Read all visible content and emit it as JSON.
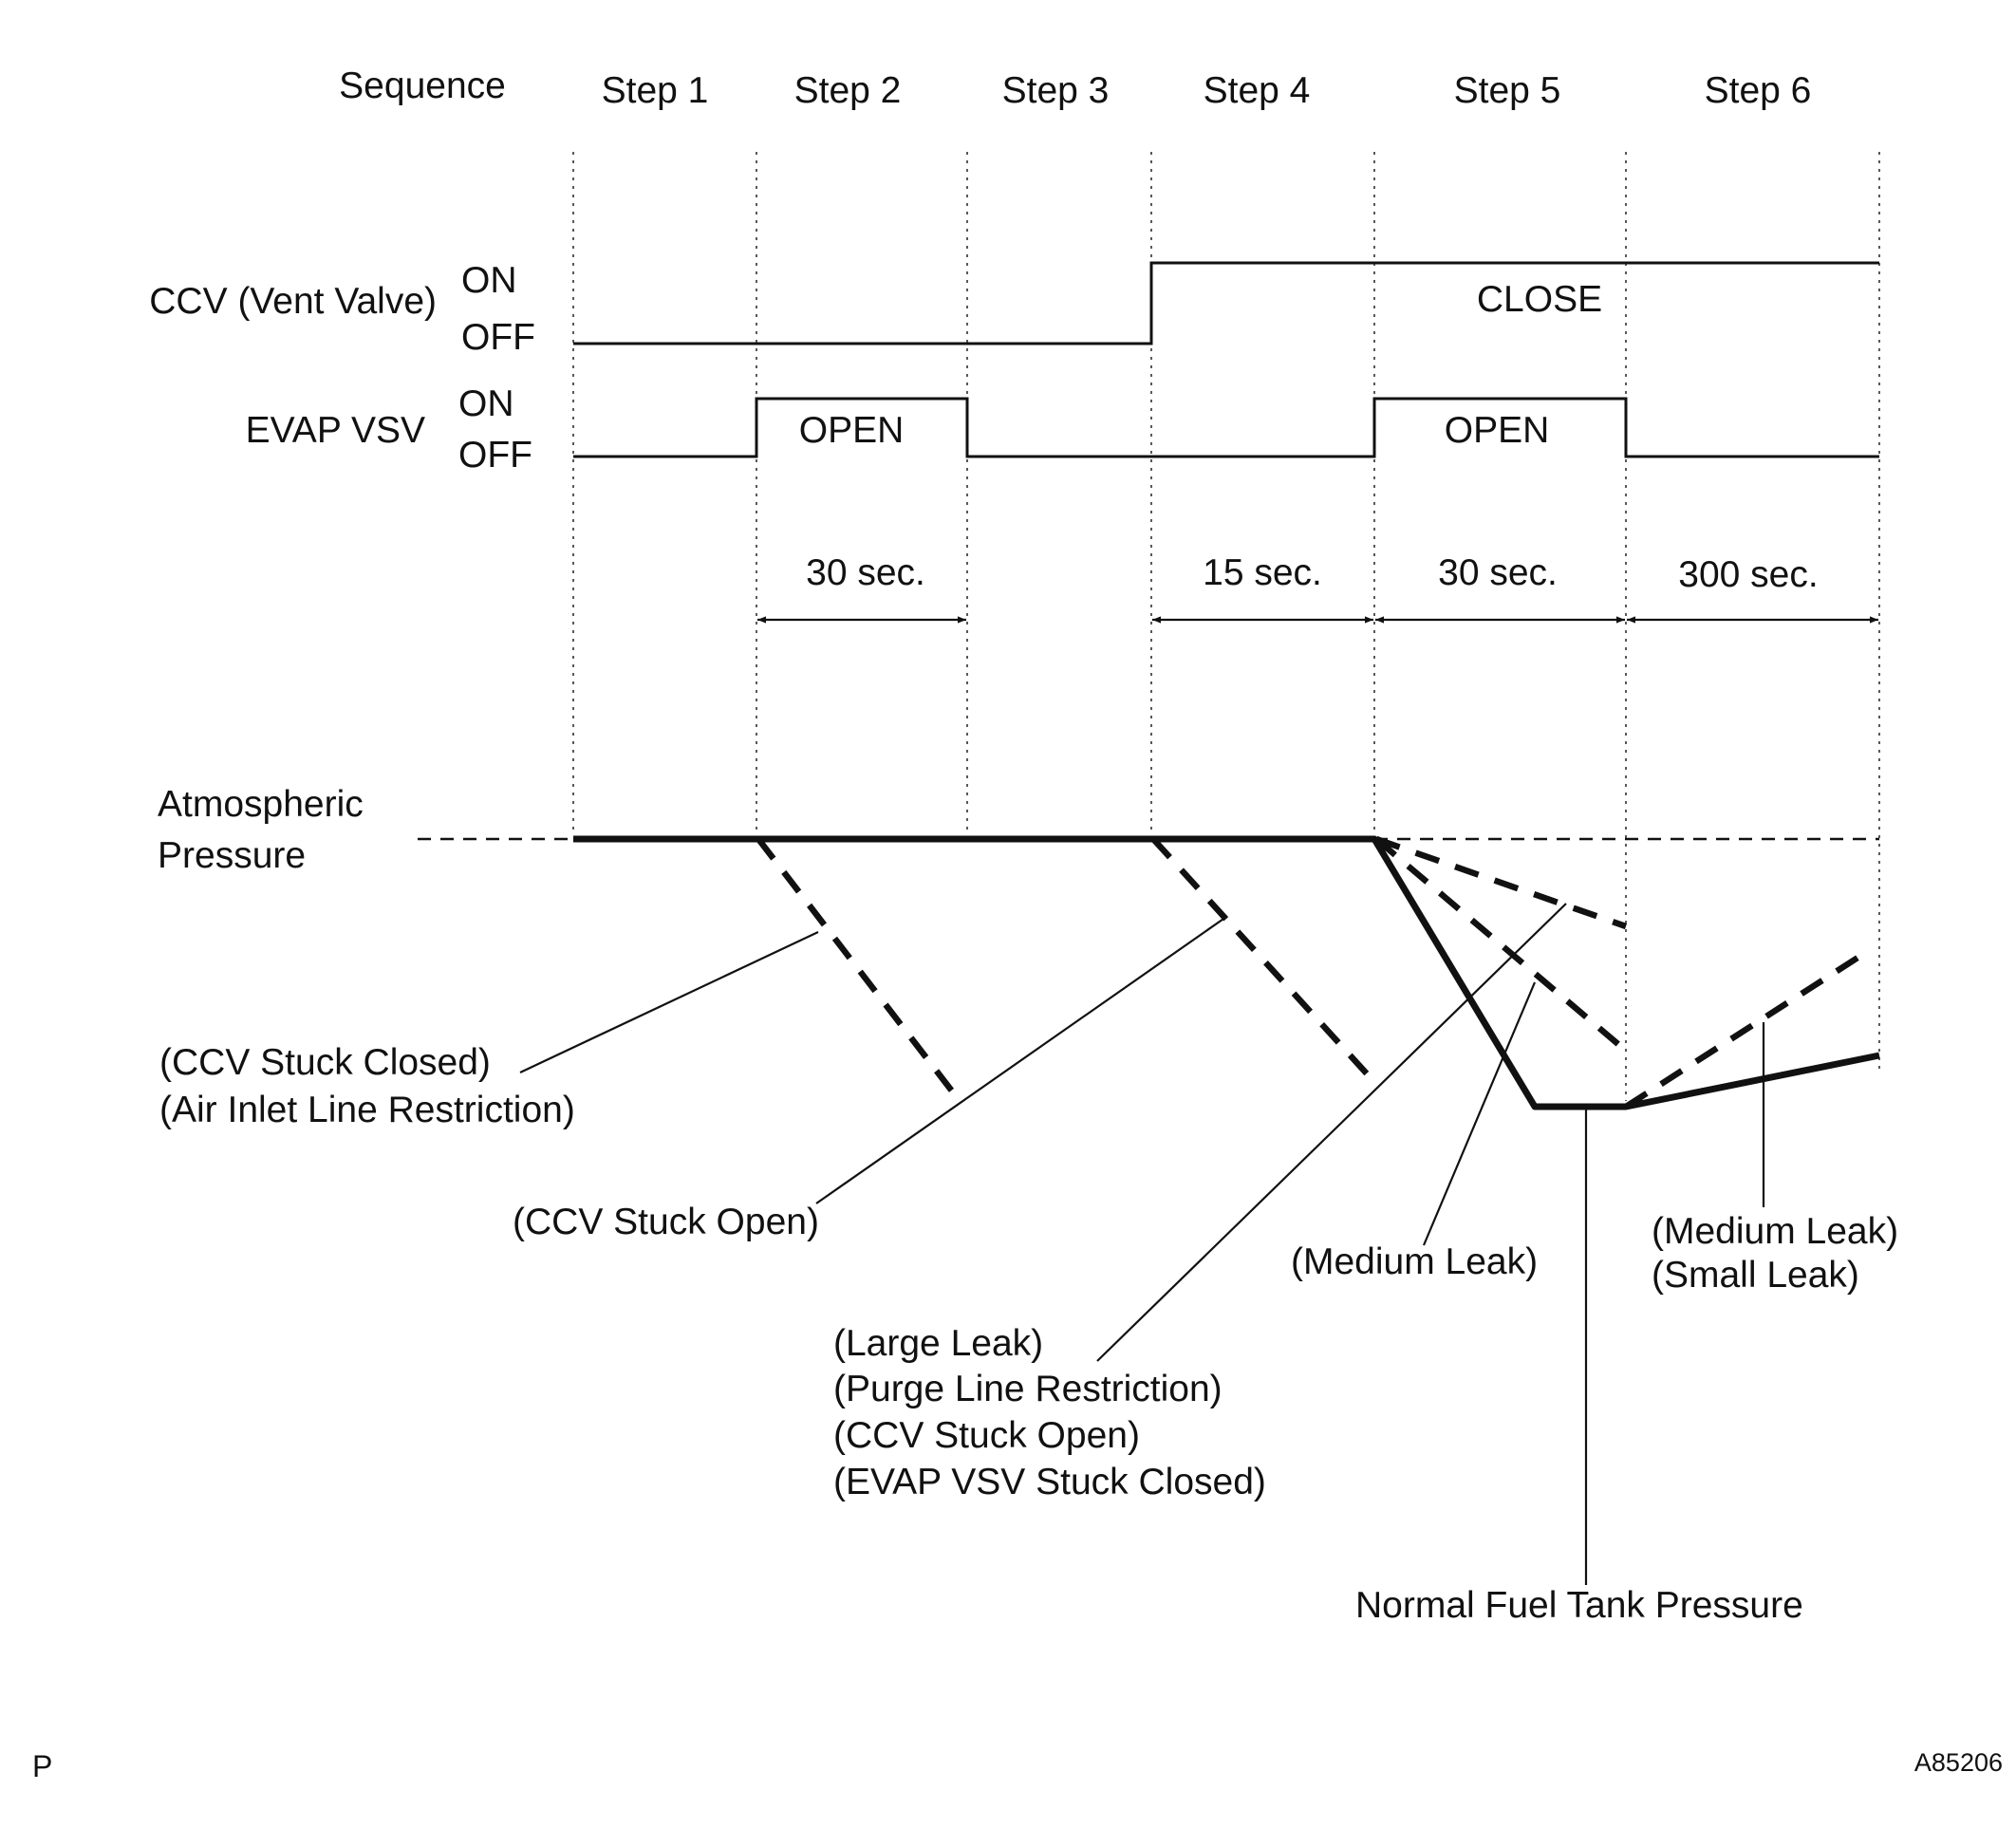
{
  "header": {
    "sequence_label": "Sequence",
    "steps": [
      "Step 1",
      "Step 2",
      "Step 3",
      "Step 4",
      "Step 5",
      "Step 6"
    ]
  },
  "signals": {
    "ccv": {
      "name": "CCV (Vent Valve)",
      "on": "ON",
      "off": "OFF",
      "state_label": "CLOSE"
    },
    "evap_vsv": {
      "name": "EVAP VSV",
      "on": "ON",
      "off": "OFF",
      "open_label_1": "OPEN",
      "open_label_2": "OPEN"
    }
  },
  "durations": [
    "30 sec.",
    "15 sec.",
    "30 sec.",
    "300 sec."
  ],
  "pressure": {
    "reference_line1": "Atmospheric",
    "reference_line2": "Pressure"
  },
  "annotations": {
    "ccv_stuck_closed": [
      "(CCV Stuck Closed)",
      "(Air Inlet Line Restriction)"
    ],
    "ccv_stuck_open": "(CCV Stuck Open)",
    "large_leak": [
      "(Large Leak)",
      "(Purge Line Restriction)",
      "(CCV Stuck Open)",
      "(EVAP VSV Stuck Closed)"
    ],
    "medium_leak": "(Medium Leak)",
    "medium_small_leak": [
      "(Medium Leak)",
      "(Small Leak)"
    ],
    "normal": "Normal Fuel Tank Pressure"
  },
  "footer": {
    "left_mark": "P",
    "figure_id": "A85206"
  }
}
